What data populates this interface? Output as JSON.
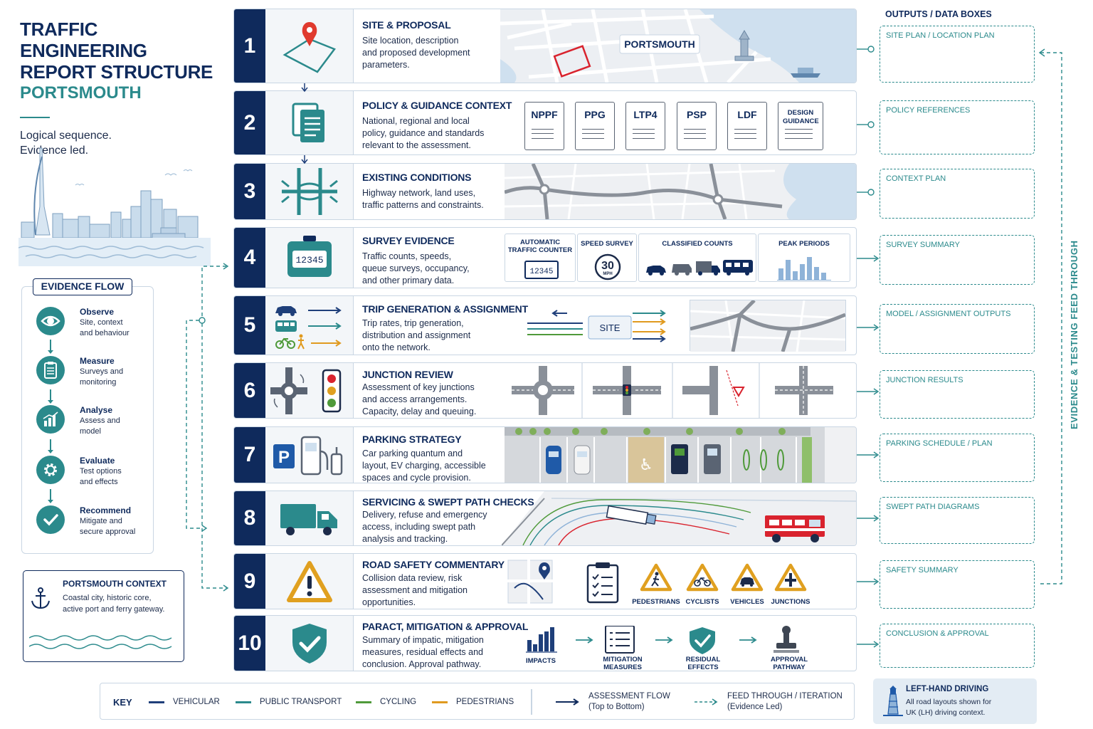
{
  "header": {
    "title_line1": "TRAFFIC ENGINEERING",
    "title_line2": "REPORT STRUCTURE",
    "city": "PORTSMOUTH",
    "tagline1": "Logical sequence.",
    "tagline2": "Evidence led."
  },
  "evidence_flow": {
    "title": "EVIDENCE FLOW",
    "steps": [
      {
        "name": "Observe",
        "desc1": "Site, context",
        "desc2": "and behaviour",
        "icon": "eye-icon"
      },
      {
        "name": "Measure",
        "desc1": "Surveys and",
        "desc2": "monitoring",
        "icon": "clipboard-icon"
      },
      {
        "name": "Analyse",
        "desc1": "Assess and",
        "desc2": "model",
        "icon": "bar-chart-icon"
      },
      {
        "name": "Evaluate",
        "desc1": "Test options",
        "desc2": "and effects",
        "icon": "gear-icon"
      },
      {
        "name": "Recommend",
        "desc1": "Mitigate and",
        "desc2": "secure approval",
        "icon": "check-icon"
      }
    ]
  },
  "context": {
    "title": "PORTSMOUTH CONTEXT",
    "desc1": "Coastal city, historic core,",
    "desc2": "active port and ferry gateway."
  },
  "rows": [
    {
      "num": "1",
      "title": "SITE & PROPOSAL",
      "desc": [
        "Site location, description",
        "and proposed development",
        "parameters."
      ]
    },
    {
      "num": "2",
      "title": "POLICY & GUIDANCE CONTEXT",
      "desc": [
        "National, regional and local",
        "policy, guidance and standards",
        "relevant to the assessment."
      ]
    },
    {
      "num": "3",
      "title": "EXISTING CONDITIONS",
      "desc": [
        "Highway network, land uses,",
        "traffic patterns and constraints."
      ]
    },
    {
      "num": "4",
      "title": "SURVEY EVIDENCE",
      "desc": [
        "Traffic counts, speeds,",
        "queue surveys, occupancy,",
        "and other primary data."
      ]
    },
    {
      "num": "5",
      "title": "TRIP GENERATION & ASSIGNMENT",
      "desc": [
        "Trip rates, trip generation,",
        "distribution and assignment",
        "onto the network."
      ]
    },
    {
      "num": "6",
      "title": "JUNCTION REVIEW",
      "desc": [
        "Assessment of key junctions",
        "and access arrangements.",
        "Capacity, delay and queuing."
      ]
    },
    {
      "num": "7",
      "title": "PARKING STRATEGY",
      "desc": [
        "Car parking quantum and",
        "layout, EV charging, accessible",
        "spaces and cycle provision."
      ]
    },
    {
      "num": "8",
      "title": "SERVICING & SWEPT PATH CHECKS",
      "desc": [
        "Delivery, refuse and emergency",
        "access, including swept path",
        "analysis and tracking."
      ]
    },
    {
      "num": "9",
      "title": "ROAD SAFETY COMMENTARY",
      "desc": [
        "Collision data review, risk",
        "assessment and mitigation",
        "opportunities."
      ]
    },
    {
      "num": "10",
      "title": "PARACT, MITIGATION & APPROVAL",
      "desc": [
        "Summary of impatic, mitigation",
        "measures, residual effects and",
        "conclusion. Approval pathway."
      ]
    }
  ],
  "row1_map": {
    "label": "PORTSMOUTH"
  },
  "row2_docs": [
    "NPPF",
    "PPG",
    "LTP4",
    "PSP",
    "LDF",
    "DESIGN GUIDANCE"
  ],
  "row4_panels": {
    "atc_label1": "AUTOMATIC",
    "atc_label2": "TRAFFIC COUNTER",
    "atc_value": "12345",
    "speed_label": "SPEED SURVEY",
    "speed_value": "30",
    "speed_unit": "MPH",
    "classified_label": "CLASSIFIED COUNTS",
    "peak_label": "PEAK PERIODS",
    "counter_icon_value": "12345"
  },
  "row5_site": {
    "label": "SITE"
  },
  "row9_signs": [
    "PEDESTRIANS",
    "CYCLISTS",
    "VEHICLES",
    "JUNCTIONS"
  ],
  "row10_steps": [
    {
      "line1": "IMPACTS",
      "line2": ""
    },
    {
      "line1": "MITIGATION",
      "line2": "MEASURES"
    },
    {
      "line1": "RESIDUAL",
      "line2": "EFFECTS"
    },
    {
      "line1": "APPROVAL",
      "line2": "PATHWAY"
    }
  ],
  "outputs": {
    "heading": "OUTPUTS / DATA BOXES",
    "boxes": [
      "SITE PLAN / LOCATION PLAN",
      "POLICY REFERENCES",
      "CONTEXT PLAN",
      "SURVEY SUMMARY",
      "MODEL / ASSIGNMENT OUTPUTS",
      "JUNCTION RESULTS",
      "PARKING SCHEDULE / PLAN",
      "SWEPT PATH DIAGRAMS",
      "SAFETY SUMMARY",
      "CONCLUSION & APPROVAL"
    ],
    "side_label": "EVIDENCE & TESTING FEED THROUGH"
  },
  "key": {
    "title": "KEY",
    "vehicular": "VEHICULAR",
    "public_transport": "PUBLIC TRANSPORT",
    "cycling": "CYCLING",
    "pedestrians": "PEDESTRIANS",
    "assessment_flow": "ASSESSMENT FLOW",
    "assessment_flow_sub": "(Top to Bottom)",
    "feed_through": "FEED THROUGH / ITERATION",
    "feed_through_sub": "(Evidence Led)"
  },
  "lh_driving": {
    "title": "LEFT-HAND DRIVING",
    "desc1": "All road layouts shown for",
    "desc2": "UK (LH) driving context."
  },
  "colors": {
    "navy": "#0f2a5c",
    "teal": "#2b8a8c",
    "vehicular": "#1f3f7a",
    "public_transport": "#2b8a8c",
    "cycling": "#4f9a3a",
    "pedestrians": "#e09a1f",
    "red": "#d9232e",
    "amber": "#e0a020"
  }
}
